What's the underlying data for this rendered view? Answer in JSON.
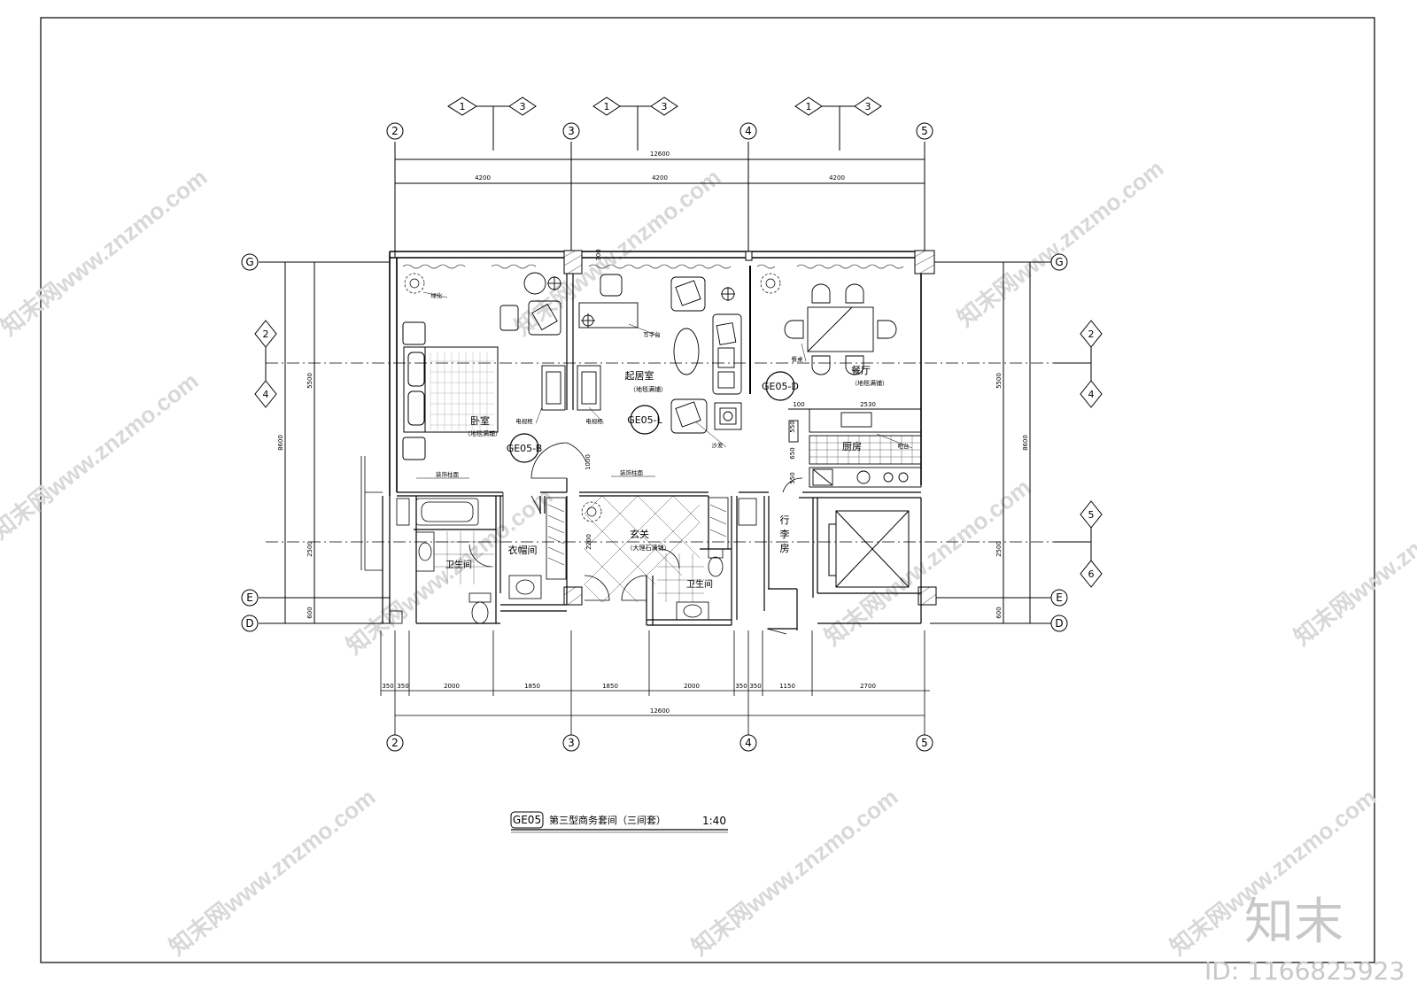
{
  "plan": {
    "title_tag": "GE05",
    "title": "第三型商务套间（三间套）",
    "scale": "1:40"
  },
  "grid": {
    "cols": [
      "2",
      "3",
      "4",
      "5"
    ],
    "rows": [
      "G",
      "E",
      "D"
    ],
    "side_marks": [
      "2",
      "4",
      "5",
      "6"
    ],
    "section_marks": [
      "1",
      "3"
    ]
  },
  "dims": {
    "top_total": "12600",
    "top_bays": [
      "4200",
      "4200",
      "4200"
    ],
    "bottom_total": "12600",
    "bottom_segments": [
      "350",
      "350",
      "2000",
      "1850",
      "1850",
      "2000",
      "350",
      "350",
      "1150",
      "2700"
    ],
    "left_total": "8600",
    "left_segments": [
      "5500",
      "2500",
      "600"
    ],
    "right_total": "8600",
    "right_segments": [
      "5500",
      "2500",
      "600"
    ],
    "kitchen": [
      "100",
      "2530",
      "550",
      "650",
      "550"
    ],
    "door_1000": "1000",
    "hall_2200": "2200",
    "ceiling_300": "300"
  },
  "rooms": {
    "bedroom": "卧室",
    "bedroom_floor": "（地毯满铺）",
    "living": "起居室",
    "living_floor": "（地毯满铺）",
    "dining": "餐厅",
    "dining_floor": "（地毯满铺）",
    "kitchen": "厨房",
    "foyer": "玄关",
    "foyer_floor": "（大理石满铺）",
    "closet": "衣帽间",
    "bath1": "卫生间",
    "bath2": "卫生间",
    "luggage": [
      "行",
      "李",
      "房"
    ]
  },
  "labels": {
    "green": "绿化",
    "desk": "写字台",
    "tv1": "电视柜",
    "tv2": "电视柜",
    "deco1": "装饰柱面",
    "deco2": "装饰柱面",
    "sofa": "沙发",
    "dining_table": "餐桌",
    "bar": "吧台"
  },
  "tags": {
    "b": "GE05-B",
    "l": "GE05-L",
    "d": "GE05-D"
  },
  "watermark": {
    "text": "知末网www.znzmo.com",
    "logo": "知末",
    "id": "ID: 1166825923"
  }
}
